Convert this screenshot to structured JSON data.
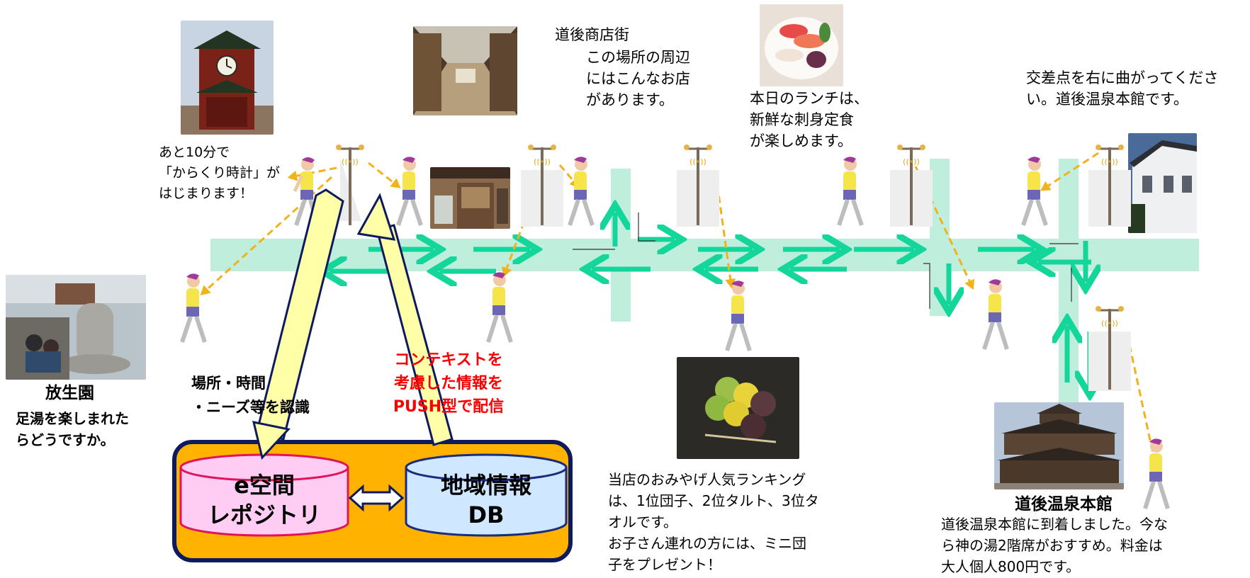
{
  "colors": {
    "street": "#bfeedd",
    "street_arrow": "#14d69a",
    "signal_arrow": "#f2b21a",
    "wide_arrow_fill": "#ffffa8",
    "wide_arrow_stroke": "#0d1b5e",
    "repository_fill": "#ffcdf3",
    "repository_stroke": "#e0145a",
    "db_fill": "#cfe8ff",
    "db_stroke": "#1b2c80",
    "box_fill": "#ffb300",
    "box_stroke": "#0d1b5e",
    "red_text": "#ff0000"
  },
  "icons": {
    "beacon_pole": "street-lamp-beacon-icon",
    "walker": "walking-person-icon",
    "connector": "double-arrow-icon"
  },
  "labels": {
    "karakuri": "あと10分で\n「からくり時計」が\nはじまります！",
    "shopping_street_title": "道後商店街",
    "shopping_street_msg": "この場所の周辺\nにはこんなお店\nがあります。",
    "lunch": "本日のランチは、\n新鮮な刺身定食\nが楽しめます。",
    "turn_right": "交差点を右に曲がってくださ\nい。道後温泉本館です。",
    "hojoen_title": "放生園",
    "hojoen_msg": "足湯を楽しまれた\nらどうですか。",
    "recognize": "場所・時間\n・ニーズ等を認識",
    "push": "コンテキストを\n考慮した情報を\nPUSH型で配信",
    "repository": "e空間\nレポジトリ",
    "regional_db": "地域情報\nDB",
    "souvenir": "当店のおみやげ人気ランキング\nは、1位団子、2位タルト、3位タ\nオルです。\nお子さん連れの方には、ミニ団\n子をプレゼント！",
    "honkan_title": "道後温泉本館",
    "honkan_msg": "道後温泉本館に到着しました。今な\nら神の湯2階席がおすすめ。料金は\n大人個人800円です。"
  }
}
